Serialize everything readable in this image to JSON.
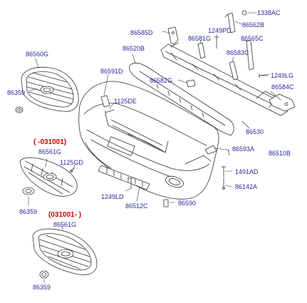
{
  "colors": {
    "label": "#2a2a9a",
    "note": "#d40000",
    "line": "#333333",
    "part_fill": "#ffffff"
  },
  "notes": {
    "old_version": "( -031001)",
    "new_version": "(031001- )"
  },
  "labels": {
    "p1338AC": "1338AC",
    "p86562B": "86562B",
    "p86585D": "86585D",
    "p1249PD": "1249PD",
    "p86581G": "86581G",
    "p86565C": "86565C",
    "p86560G": "86560G",
    "p86520B": "86520B",
    "p86583C": "86583C",
    "p86591D": "86591D",
    "p86582G": "86582G",
    "p1249LG": "1249LG",
    "p86359_top": "86359",
    "p86584C": "86584C",
    "p1125DE": "1125DE",
    "p86530": "86530",
    "p86561G_mid": "86561G",
    "p86593A": "86593A",
    "p86510B": "86510B",
    "p1125GD": "1125GD",
    "p1491AD": "1491AD",
    "p86142A": "86142A",
    "p1249LD": "1249LD",
    "p86512C": "86512C",
    "p86590": "86590",
    "p86359_mid": "86359",
    "p86561G_bot": "86561G",
    "p86359_bot": "86359"
  }
}
